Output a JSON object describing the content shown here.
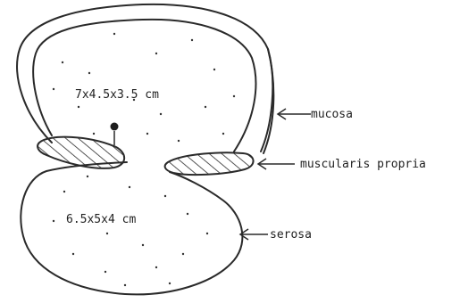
{
  "upper_mass": {
    "dimensions": "7x4.5x3.5 cm"
  },
  "lower_mass": {
    "dimensions": "6.5x5x4 cm"
  },
  "labels": {
    "mucosa": "mucosa",
    "muscularis": "muscularis propria",
    "serosa": "serosa"
  }
}
